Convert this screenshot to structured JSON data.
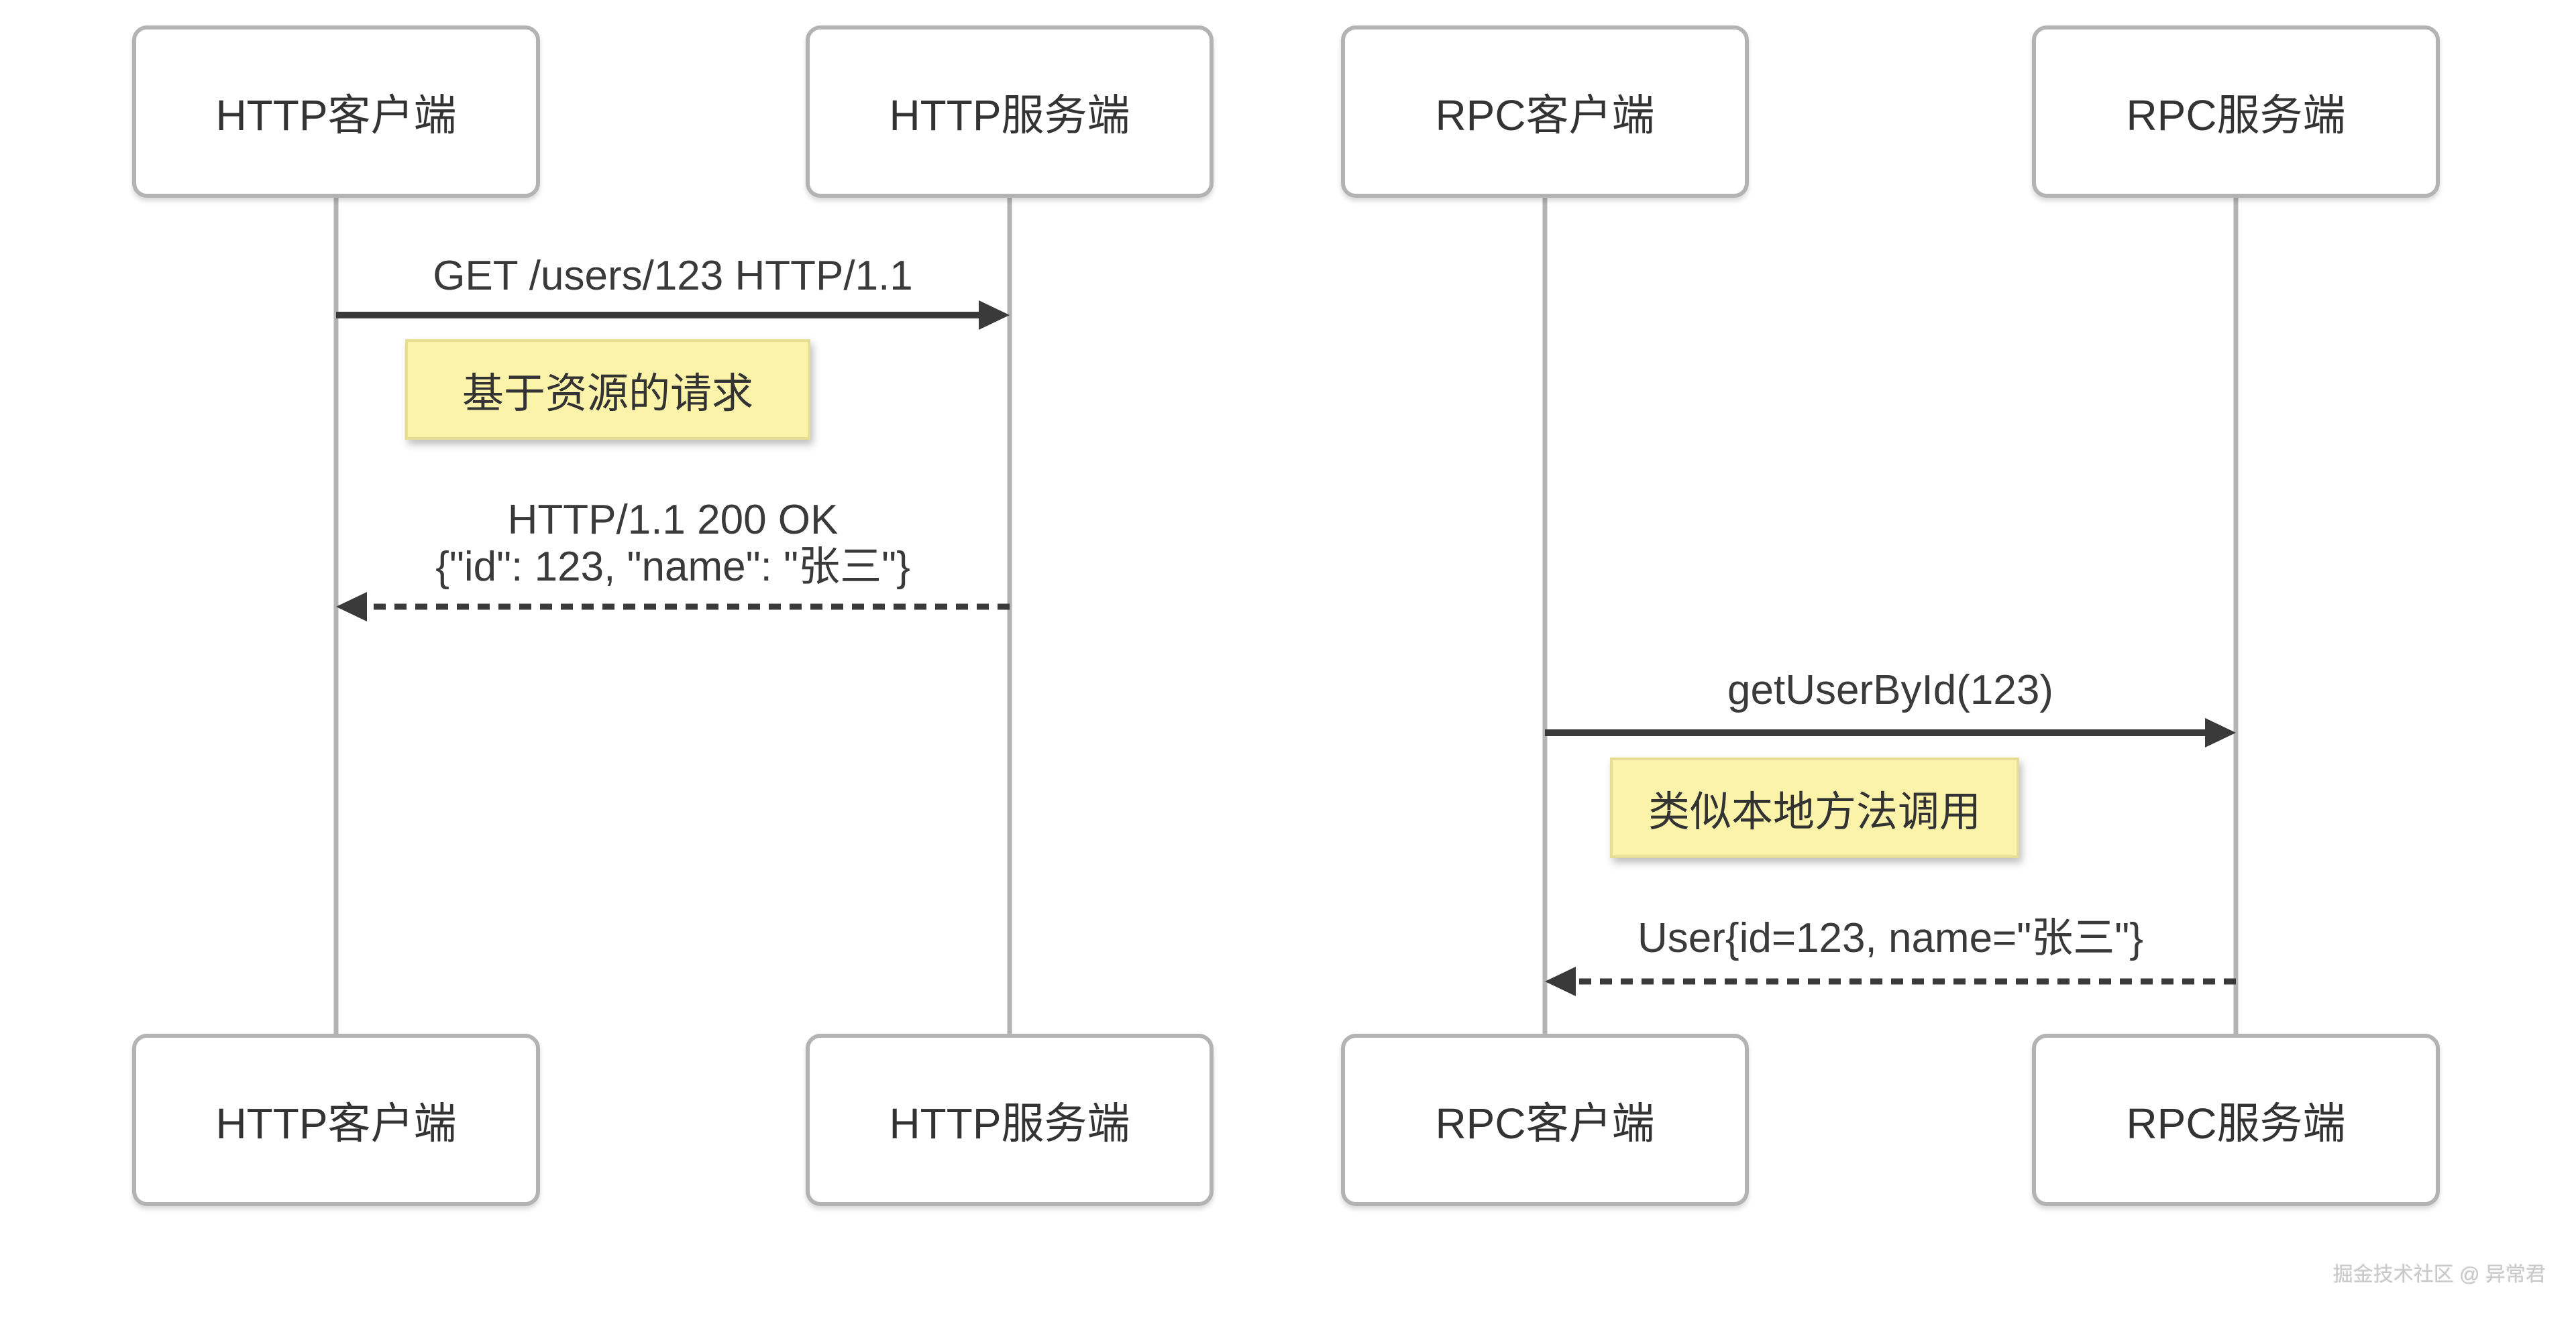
{
  "colors": {
    "background": "#ffffff",
    "box_border": "#b3b3b3",
    "lifeline": "#b3b3b3",
    "arrow": "#3a3a3a",
    "text": "#333333",
    "note_fill": "#faf3a9",
    "note_border": "#e6dd96",
    "watermark": "#c9c9c9"
  },
  "http": {
    "client_label": "HTTP客户端",
    "server_label": "HTTP服务端",
    "request_message": "GET /users/123 HTTP/1.1",
    "note": "基于资源的请求",
    "response_line1": "HTTP/1.1 200 OK",
    "response_line2": "{\"id\": 123, \"name\": \"张三\"}"
  },
  "rpc": {
    "client_label": "RPC客户端",
    "server_label": "RPC服务端",
    "request_message": "getUserById(123)",
    "note": "类似本地方法调用",
    "response_message": "User{id=123, name=\"张三\"}"
  },
  "watermark": "掘金技术社区 @ 异常君"
}
